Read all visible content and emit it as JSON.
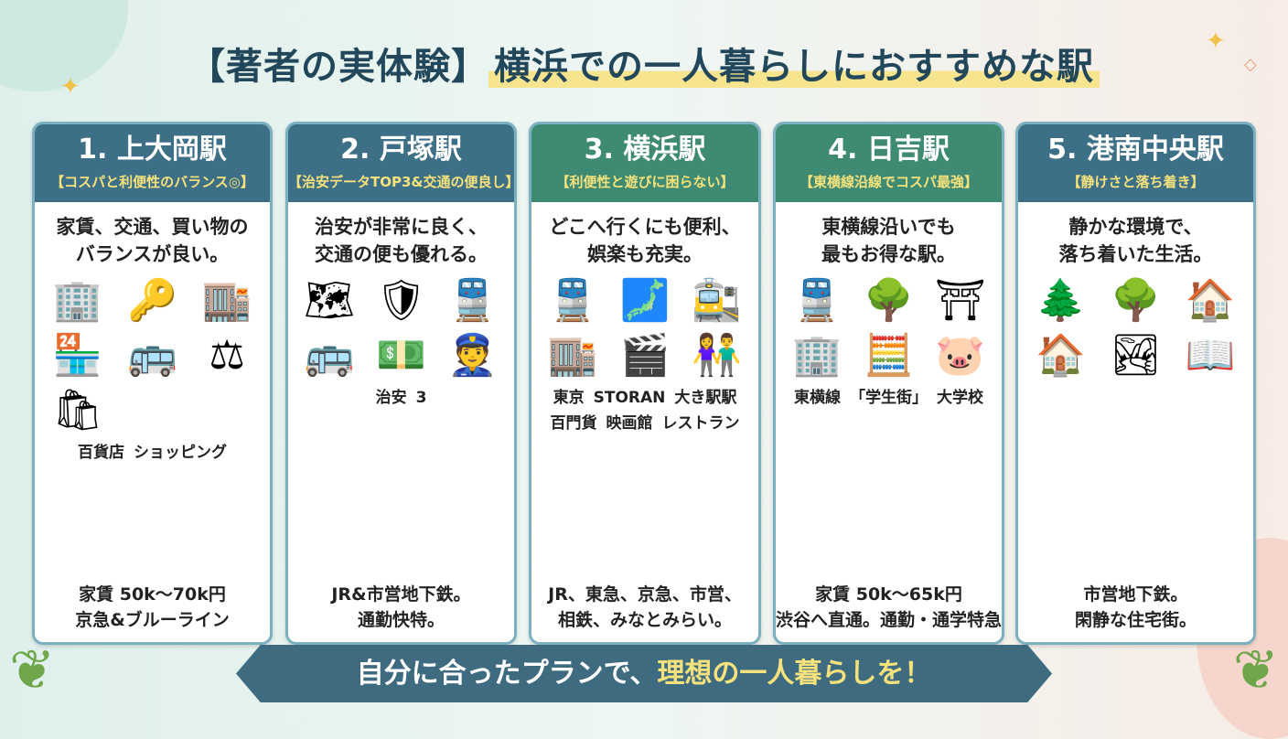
{
  "title": {
    "part1": "【著者の実体験】",
    "part2": "横浜での一人暮らしにおすすめな駅"
  },
  "colors": {
    "blue_header": "#3d6f86",
    "green_header": "#3f8a72",
    "subtitle": "#f5e27c",
    "banner": "#3e6b80"
  },
  "cards": [
    {
      "name": "1. 上大岡駅",
      "subtitle": "【コスパと利便性のバランス◎】",
      "desc": [
        "家賃、交通、買い物の",
        "バランスが良い。"
      ],
      "labels": [
        "百貨店",
        "ショッピング"
      ],
      "footer": [
        "家賃 50k〜70k円",
        "京急&ブルーライン"
      ],
      "color": "#3d6f86",
      "icons": [
        "building-icon",
        "key-coins-icon",
        "department-store-icon",
        "shop-icon",
        "bus-icon",
        "scale-icon",
        "shopper-icon"
      ]
    },
    {
      "name": "2. 戸塚駅",
      "subtitle": "【治安データTOP3&交通の便良し】",
      "desc": [
        "治安が非常に良く、",
        "交通の便も優れる。"
      ],
      "labels": [
        "治安",
        "3"
      ],
      "footer": [
        "JR&市営地下鉄。",
        "通勤快特。"
      ],
      "color": "#3d6f86",
      "icons": [
        "map-icon",
        "shield-icon",
        "train-icon",
        "bus-icon",
        "money-icon",
        "police-officer-icon"
      ]
    },
    {
      "name": "3. 横浜駅",
      "subtitle": "【利便性と遊びに困らない】",
      "desc": [
        "どこへ行くにも便利、",
        "娯楽も充実。"
      ],
      "labels": [
        "東京",
        "STORAN",
        "大き駅駅",
        "百門貨",
        "映画館",
        "レストラン"
      ],
      "footer": [
        "JR、東急、京急、市営、",
        "相鉄、みなとみらい。"
      ],
      "color": "#3f8a72",
      "icons": [
        "train-icon",
        "japan-map-icon",
        "station-icon",
        "department-store-icon",
        "cinema-icon",
        "couple-icon"
      ]
    },
    {
      "name": "4. 日吉駅",
      "subtitle": "【東横線沿線でコスパ最強】",
      "desc": [
        "東横線沿いでも",
        "最もお得な駅。"
      ],
      "labels": [
        "東横線",
        "「学生街」",
        "大学校"
      ],
      "footer": [
        "家賃 50k〜65k円",
        "渋谷へ直通。通勤・通学特急。"
      ],
      "color": "#3f8a72",
      "icons": [
        "train-icon",
        "money-tree-icon",
        "torii-gate-icon",
        "building-icon",
        "calculator-icon",
        "piggy-bank-icon"
      ]
    },
    {
      "name": "5. 港南中央駅",
      "subtitle": "【静けさと落ち着き】",
      "desc": [
        "静かな環境で、",
        "落ち着いた生活。"
      ],
      "labels": [],
      "footer": [
        "市営地下鉄。",
        "閑静な住宅街。"
      ],
      "color": "#3d6f86",
      "icons": [
        "forest-icon",
        "park-bench-icon",
        "house-icon",
        "house-icon",
        "river-icon",
        "reading-person-icon"
      ]
    }
  ],
  "banner": {
    "text1": "自分に合ったプランで、",
    "text2": "理想の一人暮らしを！"
  }
}
